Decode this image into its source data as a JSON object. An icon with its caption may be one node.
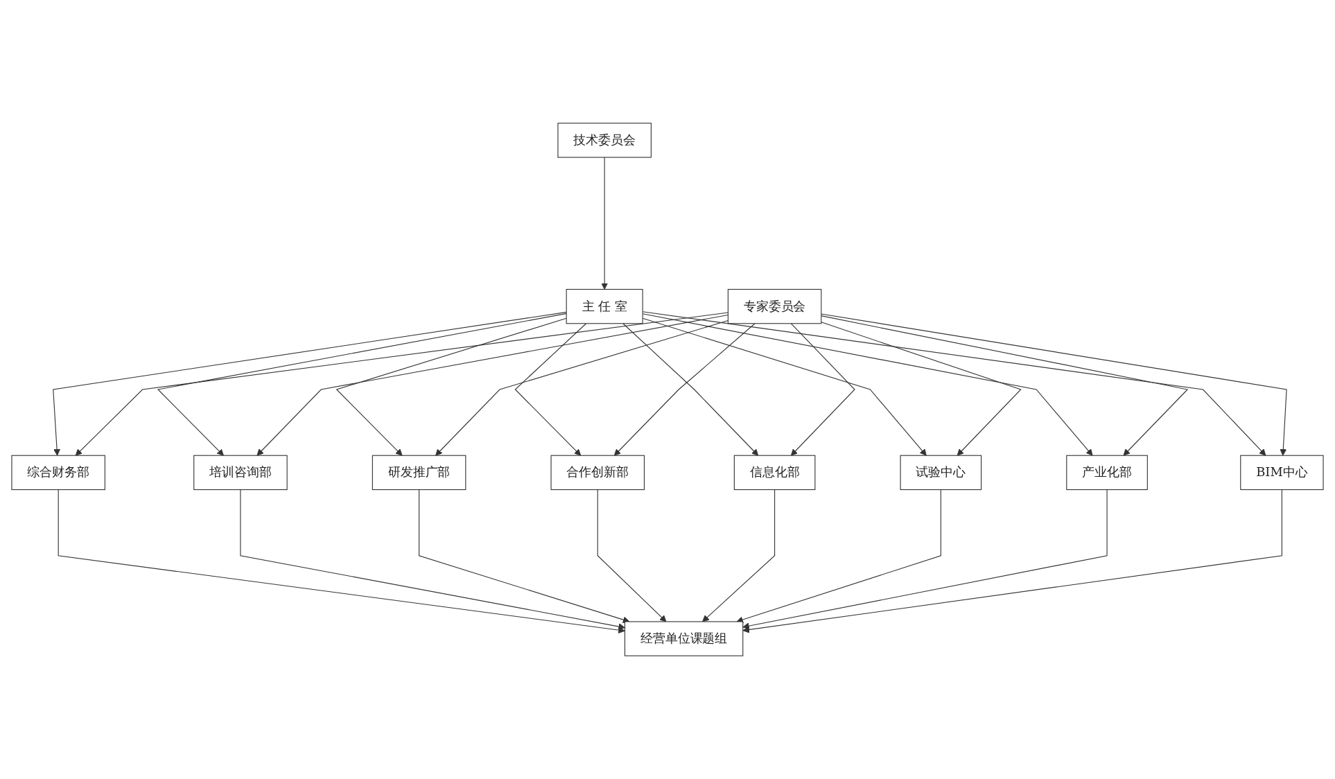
{
  "diagram": {
    "nodes": [
      {
        "text": [
          "技术委员会"
        ]
      },
      {
        "text": [
          "主 任 室"
        ]
      },
      {
        "text": [
          "专家委员会"
        ]
      },
      {
        "text": [
          "综合财务部"
        ]
      },
      {
        "text": [
          "培训咨询部"
        ]
      },
      {
        "text": [
          "研发推广部"
        ]
      },
      {
        "text": [
          "合作创新部"
        ]
      },
      {
        "text": [
          "信息化部"
        ]
      },
      {
        "text": [
          "试验中心"
        ]
      },
      {
        "text": [
          "产业化部"
        ]
      },
      {
        "text": [
          "BIM中心"
        ]
      },
      {
        "text": [
          "经营单位课题组"
        ]
      }
    ],
    "edges": [
      {
        "from": 0,
        "to": 1,
        "arrow": "to"
      },
      {
        "from": 1,
        "to": 3,
        "arrow": "to"
      },
      {
        "from": 1,
        "to": 4,
        "arrow": "to"
      },
      {
        "from": 1,
        "to": 5,
        "arrow": "to"
      },
      {
        "from": 1,
        "to": 6,
        "arrow": "to"
      },
      {
        "from": 1,
        "to": 7,
        "arrow": "to"
      },
      {
        "from": 1,
        "to": 8,
        "arrow": "to"
      },
      {
        "from": 1,
        "to": 9,
        "arrow": "to"
      },
      {
        "from": 1,
        "to": 10,
        "arrow": "to"
      },
      {
        "from": 2,
        "to": 3,
        "arrow": "to"
      },
      {
        "from": 2,
        "to": 4,
        "arrow": "to"
      },
      {
        "from": 2,
        "to": 5,
        "arrow": "to"
      },
      {
        "from": 2,
        "to": 6,
        "arrow": "to"
      },
      {
        "from": 2,
        "to": 7,
        "arrow": "to"
      },
      {
        "from": 2,
        "to": 8,
        "arrow": "to"
      },
      {
        "from": 2,
        "to": 9,
        "arrow": "to"
      },
      {
        "from": 2,
        "to": 10,
        "arrow": "to"
      },
      {
        "from": 3,
        "to": 11,
        "arrow": "to"
      },
      {
        "from": 4,
        "to": 11,
        "arrow": "to"
      },
      {
        "from": 5,
        "to": 11,
        "arrow": "to"
      },
      {
        "from": 6,
        "to": 11,
        "arrow": "to"
      },
      {
        "from": 7,
        "to": 11,
        "arrow": "to"
      },
      {
        "from": 8,
        "to": 11,
        "arrow": "to"
      },
      {
        "from": 9,
        "to": 11,
        "arrow": "to"
      },
      {
        "from": 10,
        "to": 11,
        "arrow": "to"
      }
    ]
  }
}
